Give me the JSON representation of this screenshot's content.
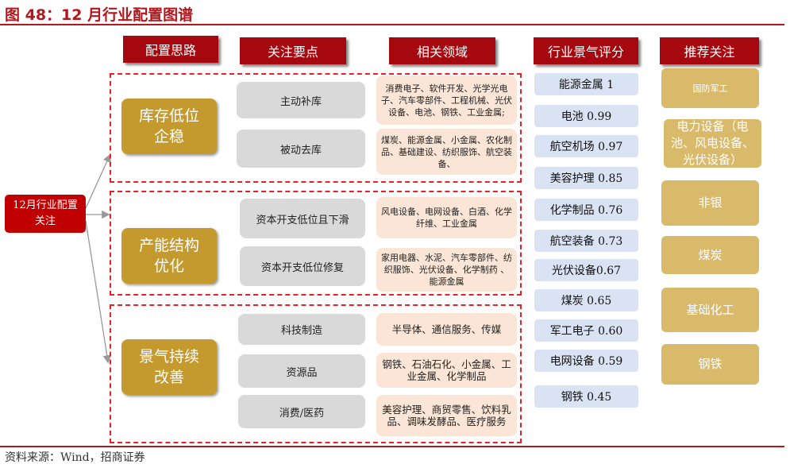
{
  "title": "图 48：12 月行业配置图谱",
  "headers": [
    "配置思路",
    "关注要点",
    "相关领域",
    "行业景气评分",
    "推荐关注"
  ],
  "root": "12月行业配置关注",
  "groups": [
    {
      "name": "库存低位企稳",
      "points": [
        "主动补库",
        "被动去库"
      ],
      "fields": [
        "消费电子、软件开发、光学光电子、汽车零部件、工程机械、光伏设备、电池、钢铁、工业金属;",
        "煤炭、能源金属、小金属、农化制品、基础建设、纺织服饰、航空装备、"
      ]
    },
    {
      "name": "产能结构优化",
      "points": [
        "资本开支低位且下滑",
        "资本开支低位修复"
      ],
      "fields": [
        "风电设备、电网设备、白酒、化学纤维、工业金属",
        "家用电器、水泥、汽车零部件、纺织服饰、光伏设备、化学制药 、能源金属"
      ]
    },
    {
      "name": "景气持续改善",
      "points": [
        "科技制造",
        "资源品",
        "消费/医药"
      ],
      "fields": [
        "半导体、通信服务、传媒",
        "钢铁、石油石化、小金属、工业金属、化学制品",
        "美容护理、商贸零售、饮料乳品、调味发酵品、医疗服务"
      ]
    }
  ],
  "scores": [
    "能源金属 1",
    "电池 0.99",
    "航空机场 0.97",
    "美容护理 0.85",
    "化学制品 0.76",
    "航空装备 0.73",
    "光伏设备0.67",
    "煤炭 0.65",
    "军工电子 0.60",
    "电网设备 0.59",
    "钢铁 0.45"
  ],
  "recommend": [
    "国防军工",
    "电力设备（电池、风电设备、光伏设备）",
    "非银",
    "煤炭",
    "基础化工",
    "钢铁"
  ],
  "source": "资料来源：Wind，招商证券"
}
